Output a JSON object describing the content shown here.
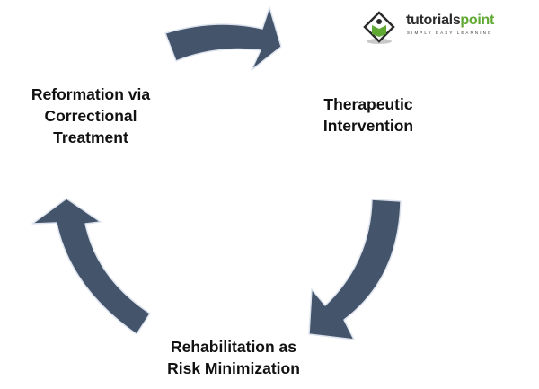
{
  "diagram": {
    "title": "Rehabilitation cycle",
    "arrow_color": "#44546a",
    "arrow_outline": "#dde3ee",
    "nodes": [
      {
        "id": "therapeutic",
        "lines": [
          "Therapeutic",
          "Intervention"
        ]
      },
      {
        "id": "rehabilitation",
        "lines": [
          "Rehabilitation as",
          "Risk Minimization"
        ]
      },
      {
        "id": "reformation",
        "lines": [
          "Reformation via",
          "Correctional",
          "Treatment"
        ]
      }
    ],
    "arrows": [
      {
        "from": "reformation",
        "to": "therapeutic",
        "direction": "clockwise"
      },
      {
        "from": "therapeutic",
        "to": "rehabilitation",
        "direction": "clockwise"
      },
      {
        "from": "rehabilitation",
        "to": "reformation",
        "direction": "clockwise"
      }
    ]
  },
  "logo": {
    "brand_part1": "tutorials",
    "brand_part2": "point",
    "tagline": "SIMPLY EASY LEARNING",
    "accent_color": "#5fa832"
  }
}
